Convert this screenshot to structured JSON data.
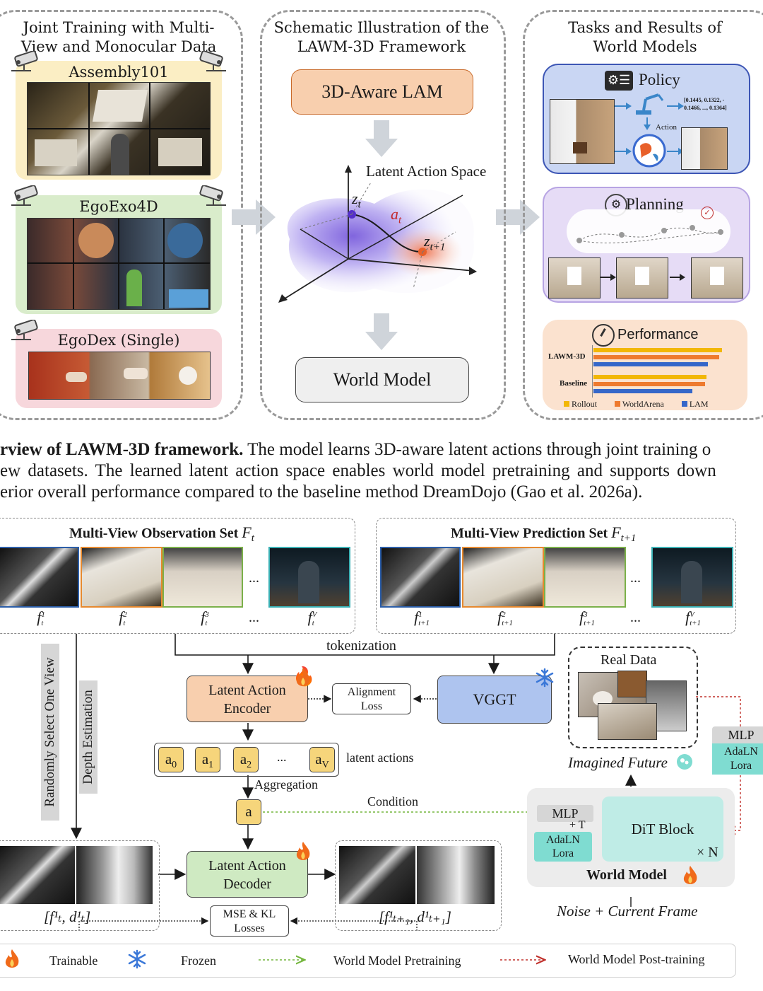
{
  "top": {
    "panel1_title": "Joint Training with Multi-View and Monocular Data",
    "panel1_title_l1": "Joint Training with Multi-",
    "panel1_title_l2": "View and Monocular Data",
    "datasets": [
      "Assembly101",
      "EgoExo4D",
      "EgoDex (Single)"
    ],
    "panel2_title_l1": "Schematic Illustration of the",
    "panel2_title_l2": "LAWM-3D Framework",
    "lam_label": "3D-Aware LAM",
    "latent_space_label": "Latent Action Space",
    "z_t": "z",
    "z_t_sub": "t",
    "a_t": "a",
    "a_t_sub": "t",
    "z_t1": "z",
    "z_t1_sub": "t+1",
    "world_model_label": "World Model",
    "panel3_title_l1": "Tasks and Results of",
    "panel3_title_l2": "World Models",
    "policy_label": "Policy",
    "policy_vector": "[0.1445, 0.1322, - 0.1466, ..., 0.1364]",
    "policy_vector_l1": "[0.1445, 0.1322, -",
    "policy_vector_l2": "0.1466, ..., 0.1364]",
    "action_label": "Action",
    "planning_label": "Planning",
    "performance_label": "Performance",
    "perf_categories": [
      "LAWM-3D",
      "Baseline"
    ],
    "perf_legend": [
      "Rollout",
      "WorldArena",
      "LAM"
    ],
    "colors": {
      "rollout": "#f2b705",
      "worldarena": "#ee7a2e",
      "lam": "#3567c9"
    }
  },
  "caption": {
    "line1_bold": "rview of LAWM-3D framework.",
    "line1_rest": " The model learns 3D-aware latent actions through joint training o",
    "line2": "ew datasets. The learned latent action space enables world model pretraining and supports down",
    "line3": "erior overall performance compared to the baseline method DreamDojo (Gao et al. 2026a)."
  },
  "bottom": {
    "obs_title": "Multi-View Observation Set ",
    "obs_symbol": "F",
    "obs_sub": "t",
    "pred_title": "Multi-View Prediction Set ",
    "pred_symbol": "F",
    "pred_sub": "t+1",
    "obs_frames": [
      {
        "base": "f",
        "sup": "1",
        "sub": "t"
      },
      {
        "base": "f",
        "sup": "2",
        "sub": "t"
      },
      {
        "base": "f",
        "sup": "3",
        "sub": "t"
      },
      {
        "base": "f",
        "sup": "V",
        "sub": "t"
      }
    ],
    "pred_frames": [
      {
        "base": "f",
        "sup": "1",
        "sub": "t+1"
      },
      {
        "base": "f",
        "sup": "2",
        "sub": "t+1"
      },
      {
        "base": "f",
        "sup": "3",
        "sub": "t+1"
      },
      {
        "base": "f",
        "sup": "V",
        "sub": "t+1"
      }
    ],
    "ellipsis": "...",
    "tokenization": "tokenization",
    "random_select": "Randomly Select One View",
    "depth_estimation": "Depth Estimation",
    "lae_l1": "Latent Action",
    "lae_l2": "Encoder",
    "align_l1": "Alignment",
    "align_l2": "Loss",
    "vggt": "VGGT",
    "tokens": [
      {
        "base": "a",
        "sub": "0"
      },
      {
        "base": "a",
        "sub": "1"
      },
      {
        "base": "a",
        "sub": "2"
      },
      {
        "base": "a",
        "sub": "V"
      }
    ],
    "latent_actions": "latent actions",
    "aggregation": "Aggregation",
    "a_token": "a",
    "condition": "Condition",
    "lad_l1": "Latent Action",
    "lad_l2": "Decoder",
    "input_pair": "[f",
    "input_pair_label": "[f¹ₜ, d¹ₜ]",
    "output_pair_label": "[f¹ₜ₊₁, d¹ₜ₊₁]",
    "mse_l1": "MSE & KL",
    "mse_l2": "Losses",
    "real_data": "Real Data",
    "imagined_future": "Imagined Future",
    "mlp": "MLP",
    "adaln_l1": "AdaLN",
    "adaln_l2": "Lora",
    "plus_t": "+ T",
    "dit_block": "DiT Block",
    "times_n": "× N",
    "world_model": "World Model",
    "noise_frame": "Noise + Current Frame",
    "legend": {
      "trainable": "Trainable",
      "frozen": "Frozen",
      "pretraining": "World Model Pretraining",
      "posttraining": "World Model Post-training"
    },
    "colors": {
      "encoder": "#f8cfae",
      "decoder": "#cfeac2",
      "vggt": "#aec4ef",
      "token": "#f6d57b",
      "dit": "#bfece6",
      "adaln": "#7fdcd1",
      "pretrain_arrow": "#74b63d",
      "posttrain_arrow": "#c0302b"
    }
  }
}
